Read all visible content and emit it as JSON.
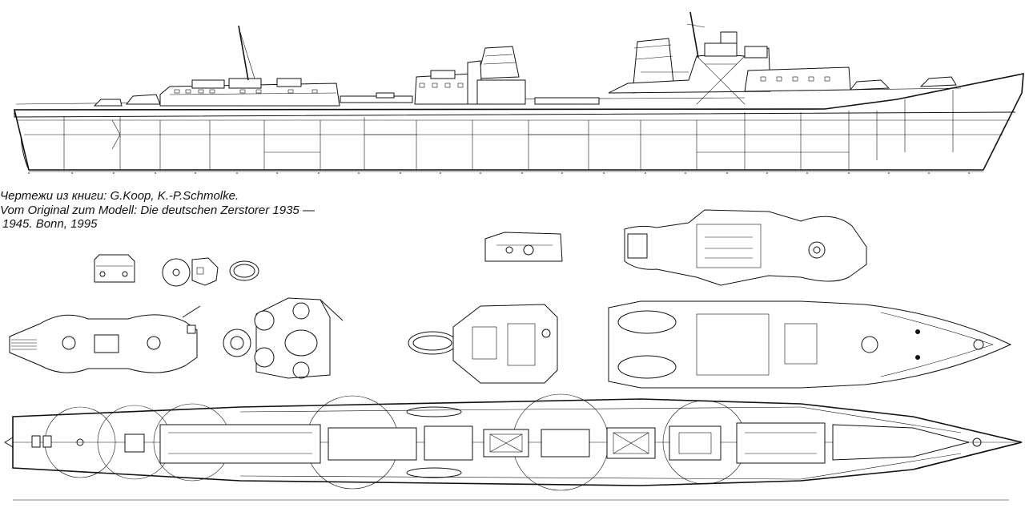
{
  "caption": {
    "line1": "Чертежи из книги: G.Koop, K.-P.Schmolke.",
    "line2": "Vom Original zum Modell: Die deutschen Zerstorer 1935 —",
    "line3": "1945. Bonn, 1995"
  },
  "colors": {
    "ink": "#111111",
    "paper": "#ffffff"
  }
}
